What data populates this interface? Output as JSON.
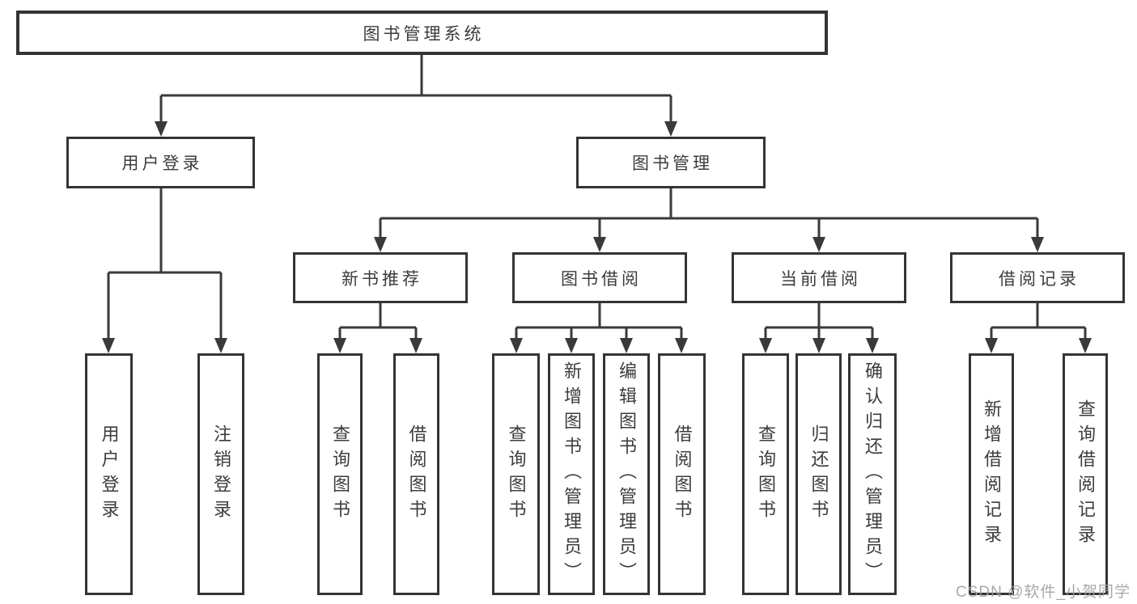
{
  "diagram": {
    "root": {
      "label": "图书管理系统"
    },
    "children": [
      {
        "label": "用户登录",
        "children": [
          {
            "label": "用户登录"
          },
          {
            "label": "注销登录"
          }
        ]
      },
      {
        "label": "图书管理",
        "children": [
          {
            "label": "新书推荐",
            "children": [
              {
                "label": "查询图书"
              },
              {
                "label": "借阅图书"
              }
            ]
          },
          {
            "label": "图书借阅",
            "children": [
              {
                "label": "查询图书"
              },
              {
                "label": "新增图书（管理员）"
              },
              {
                "label": "编辑图书（管理员）"
              },
              {
                "label": "借阅图书"
              }
            ]
          },
          {
            "label": "当前借阅",
            "children": [
              {
                "label": "查询图书"
              },
              {
                "label": "归还图书"
              },
              {
                "label": "确认归还（管理员）"
              }
            ]
          },
          {
            "label": "借阅记录",
            "children": [
              {
                "label": "新增借阅记录"
              },
              {
                "label": "查询借阅记录"
              }
            ]
          }
        ]
      }
    ]
  },
  "watermark": {
    "label": "CSDN @软件_小贺同学"
  },
  "colors": {
    "line": "#3a3a3a",
    "border": "#343434",
    "text": "#3c3c3c",
    "watermark": "#9e9e9e",
    "background": "#ffffff"
  }
}
